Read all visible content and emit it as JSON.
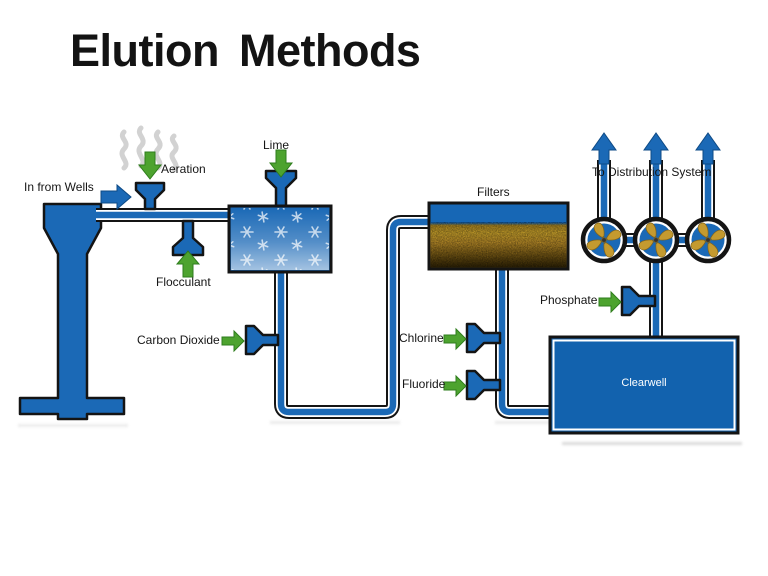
{
  "slide": {
    "title": "Elution Methods"
  },
  "diagram": {
    "labels": {
      "in_from_wells": "In from Wells",
      "aeration": "Aeration",
      "lime": "Lime",
      "flocculant": "Flocculant",
      "carbon_dioxide": "Carbon Dioxide",
      "filters": "Filters",
      "chlorine": "Chlorine",
      "fluoride": "Fluoride",
      "phosphate": "Phosphate",
      "clearwell": "Clearwell",
      "to_distribution_system": "To Distribution System"
    },
    "icons": [
      "steam-icon",
      "flow-arrow-right-icon",
      "chemical-feed-arrow-icon",
      "funnel-icon",
      "well-icon",
      "mixing-tank-icon",
      "filter-bed-icon",
      "clearwell-tank-icon",
      "pump-impeller-icon",
      "distribution-arrow-up-icon"
    ],
    "colors": {
      "pipe_blue": "#1b69b6",
      "outline_black": "#141414",
      "chemical_green": "#4da32f",
      "impeller_gold": "#c49a2f",
      "sand_gold": "#d2a92e",
      "steam_gray": "#d2d2d2",
      "label_text": "#151515",
      "clearwell_text": "#ffffff",
      "slide_background": "#ffffff"
    }
  }
}
